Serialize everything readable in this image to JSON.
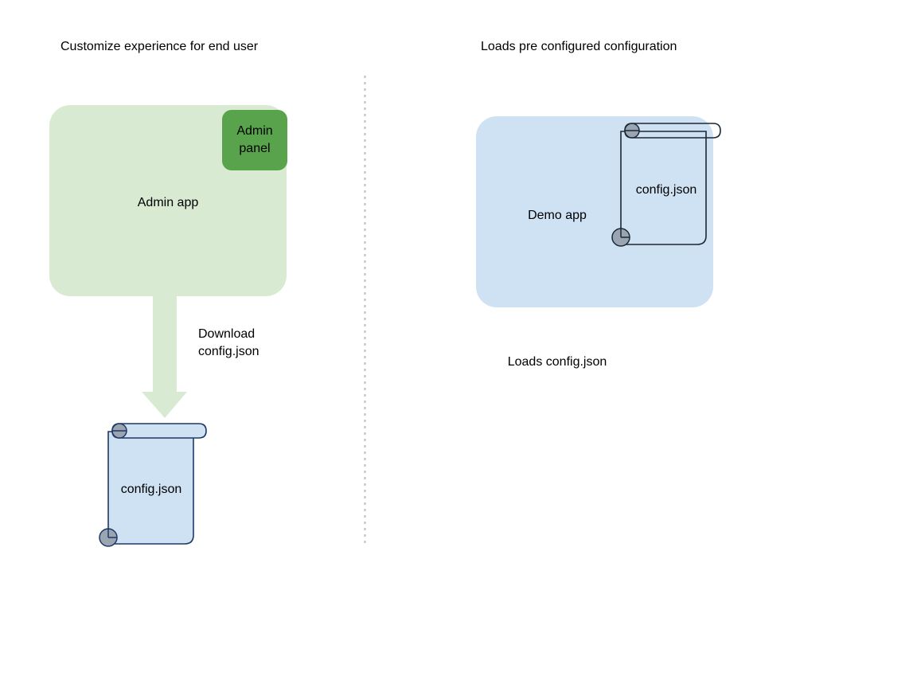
{
  "diagram": {
    "background_color": "#ffffff",
    "divider": {
      "name": "vertical-dotted-divider",
      "color": "#bdbdbd"
    },
    "left_panel": {
      "title": "Customize experience for end user",
      "app_box": {
        "label": "Admin app",
        "fill_color": "#d9ead3"
      },
      "badge": {
        "label": "Admin\npanel",
        "fill_color": "#58a34b"
      },
      "arrow": {
        "label": "Download\nconfig.json",
        "fill_color": "#d9ead3",
        "direction": "down"
      },
      "document": {
        "label": "config.json",
        "fill_color": "#cfe2f3",
        "stroke_color": "#1f3864",
        "curl_color": "#9aa5b1"
      }
    },
    "right_panel": {
      "title": "Loads pre configured configuration",
      "app_box": {
        "label": "Demo app",
        "fill_color": "#cfe2f3"
      },
      "document": {
        "label": "config.json",
        "fill_color": "none",
        "stroke_color": "#1b2838",
        "curl_color": "#9aa5b1"
      },
      "caption": "Loads config.json"
    }
  }
}
